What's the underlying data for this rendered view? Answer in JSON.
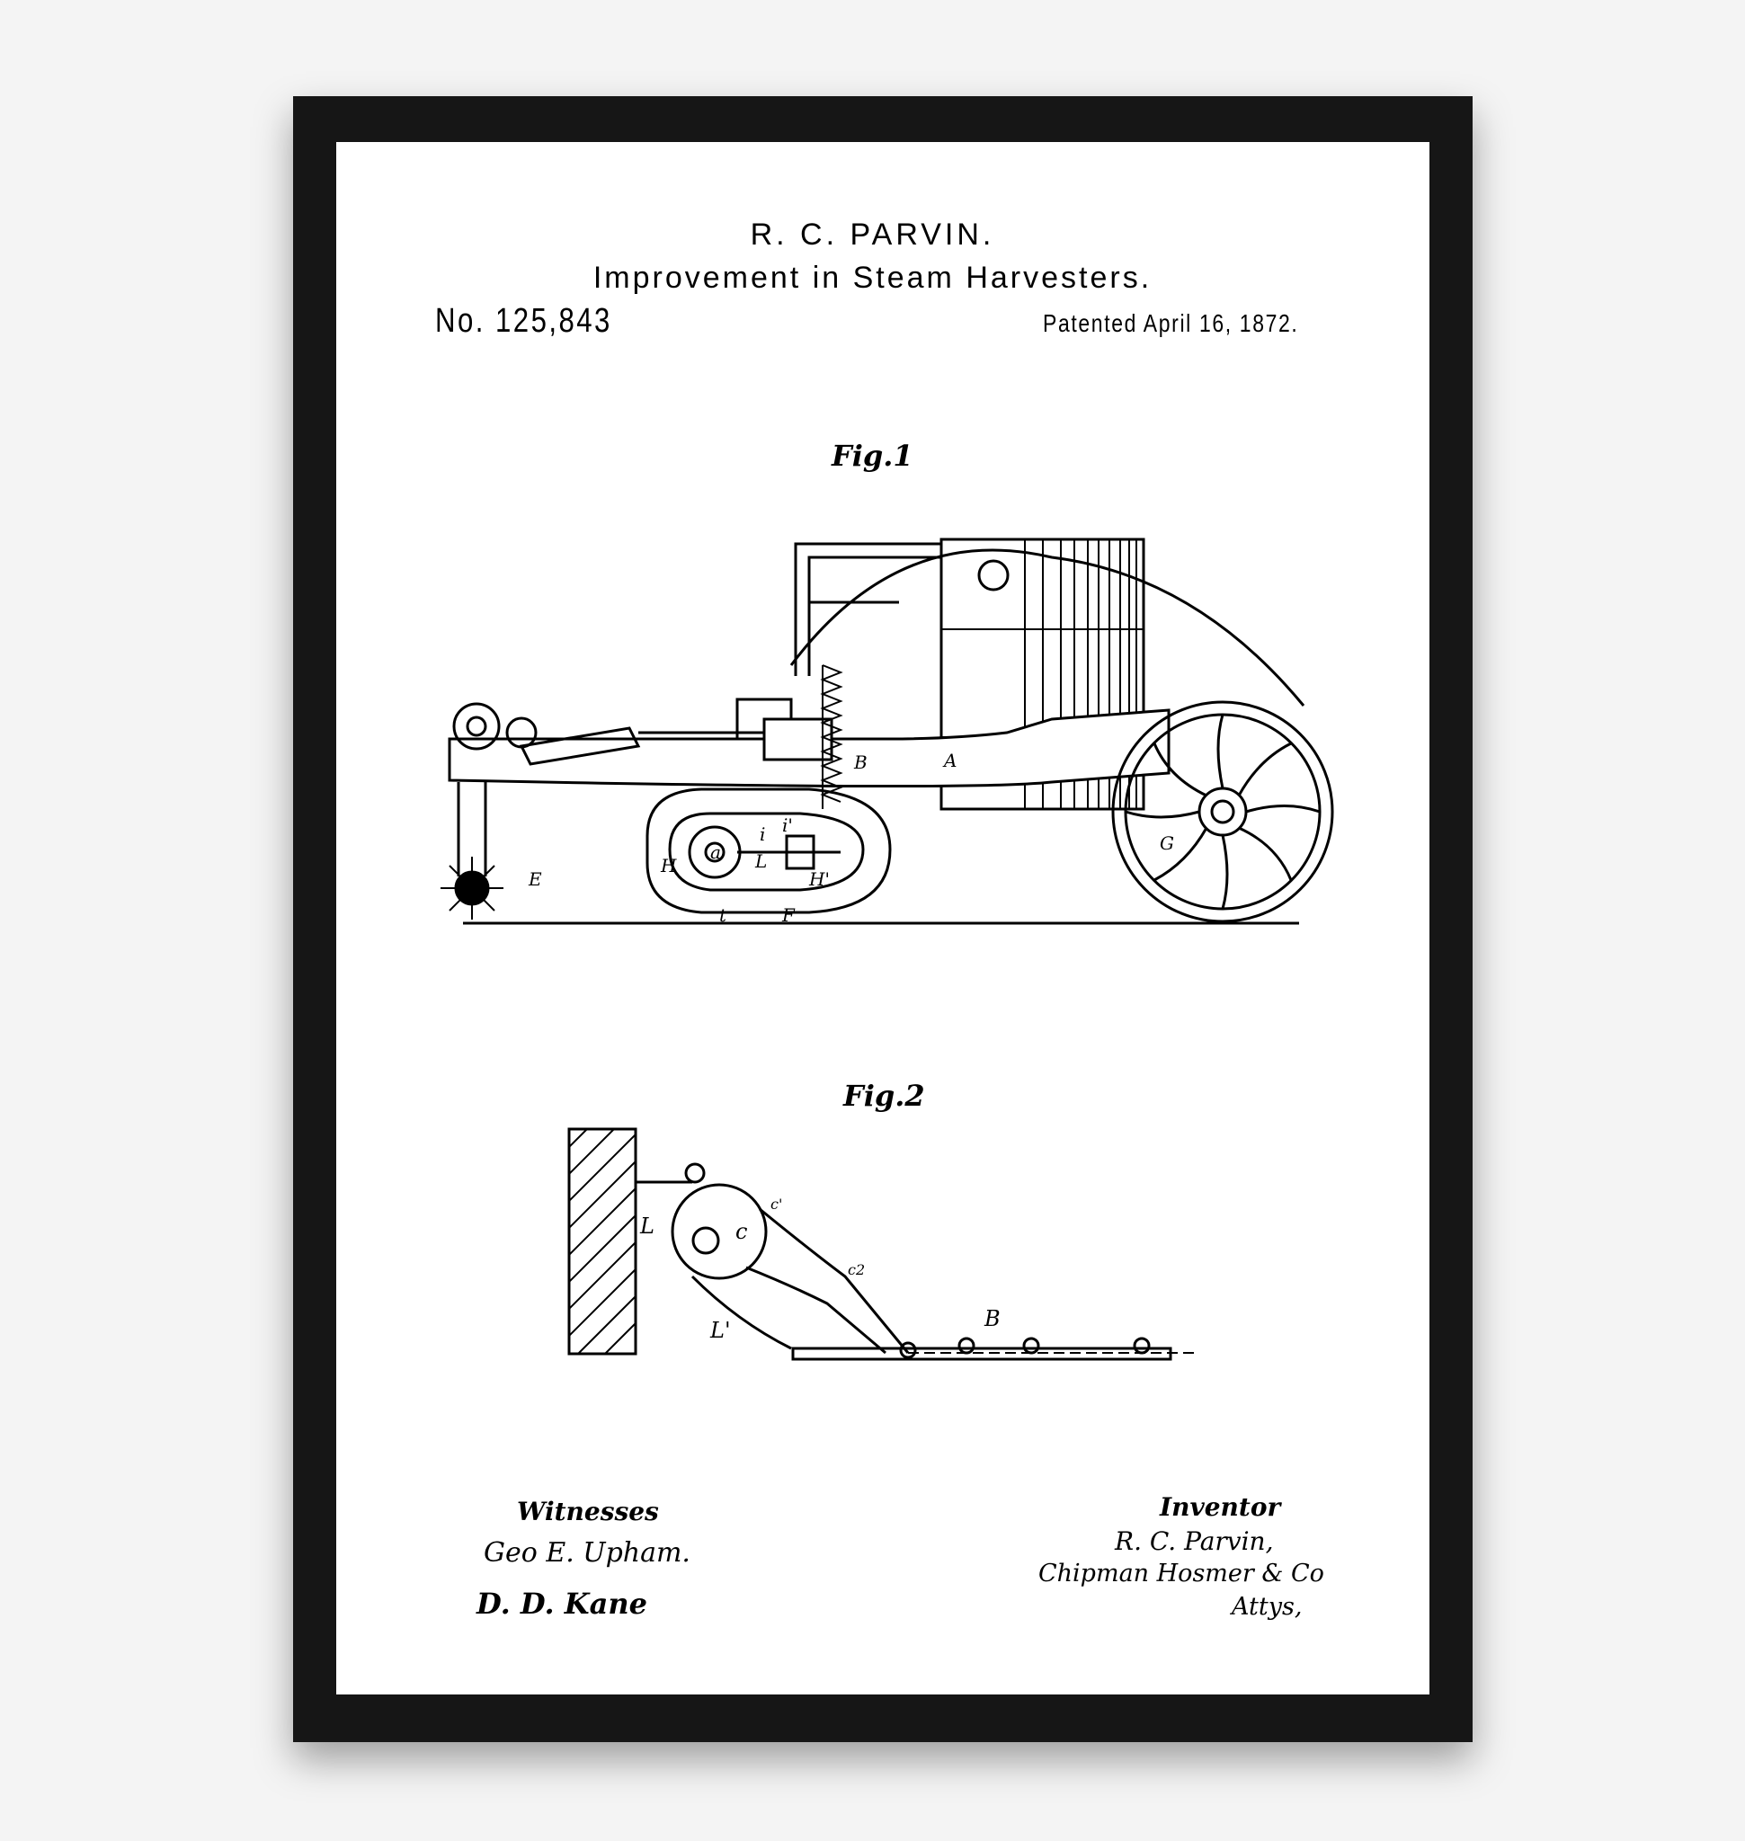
{
  "header": {
    "inventor": "R. C. PARVIN.",
    "title": "Improvement in Steam Harvesters.",
    "patent_number": "No. 125,843",
    "patent_date": "Patented April 16, 1872."
  },
  "figures": [
    {
      "label": "Fig.1",
      "letters": [
        "A",
        "B",
        "E",
        "F",
        "G",
        "H",
        "H'",
        "L",
        "a",
        "i",
        "i'",
        "t"
      ]
    },
    {
      "label": "Fig.2",
      "letters": [
        "L",
        "L'",
        "c",
        "c'",
        "c2",
        "B"
      ]
    }
  ],
  "signatures": {
    "witnesses_label": "Witnesses",
    "witness_1": "Geo E. Upham.",
    "witness_2": "D. D. Kane",
    "inventor_label": "Inventor",
    "inventor_name": "R. C. Parvin,",
    "attorneys": "Chipman Hosmer & Co",
    "attorneys_suffix": "Attys,"
  }
}
